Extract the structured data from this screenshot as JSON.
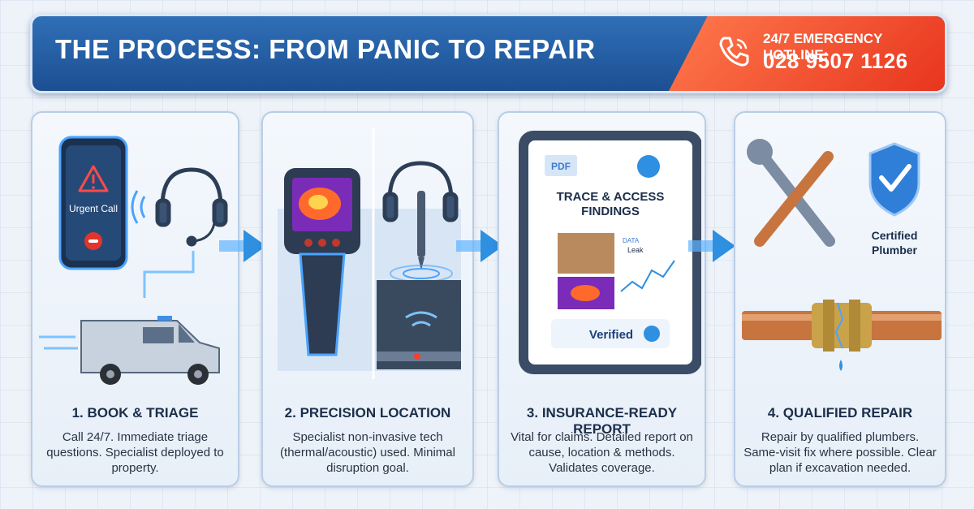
{
  "header": {
    "title": "THE PROCESS: FROM PANIC TO REPAIR",
    "hotline_label": "24/7 EMERGENCY HOTLINE:",
    "hotline_number": "028 9507 1126"
  },
  "steps": [
    {
      "title": "1. BOOK & TRIAGE",
      "description": "Call 24/7. Immediate triage questions. Specialist deployed to property.",
      "phone_text": "Urgent Call"
    },
    {
      "title": "2. PRECISION LOCATION",
      "description": "Specialist non-invasive tech (thermal/acoustic) used. Minimal disruption goal."
    },
    {
      "title": "3. INSURANCE-READY REPORT",
      "description": "Vital for claims. Detailed report on cause, location & methods. Validates coverage.",
      "report_tag": "PDF",
      "report_title": "TRACE & ACCESS FINDINGS",
      "report_data_label": "DATA",
      "report_leak_label": "Leak",
      "report_verified": "Verified"
    },
    {
      "title": "4. QUALIFIED REPAIR",
      "description": "Repair by qualified plumbers. Same-visit fix where possible. Clear plan if excavation needed.",
      "badge_text": "Certified Plumber"
    }
  ],
  "colors": {
    "header_blue": "#1d4f92",
    "hotline_orange": "#e8351e",
    "accent_blue": "#2f8fe0",
    "copper": "#c8743f"
  }
}
